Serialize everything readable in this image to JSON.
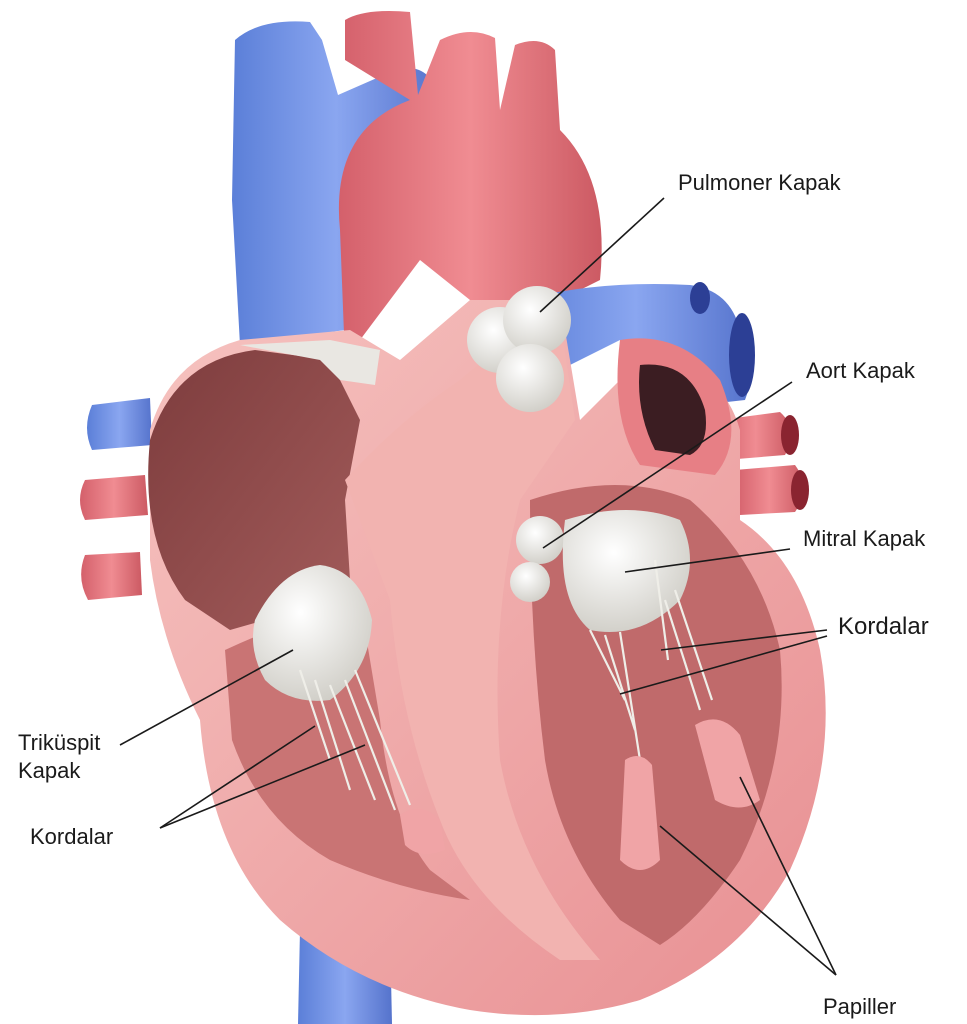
{
  "labels": {
    "pulmoner_kapak": "Pulmoner Kapak",
    "aort_kapak": "Aort Kapak",
    "mitral_kapak": "Mitral Kapak",
    "kordalar_right": "Kordalar",
    "trikuspit_line1": "Triküspit",
    "trikuspit_line2": "Kapak",
    "kordalar_left": "Kordalar",
    "papiller": "Papiller"
  },
  "colors": {
    "vein_blue": "#6f8fe0",
    "artery_red": "#e0707a",
    "myocardium": "#eea4a4",
    "chamber": "#8e4a4a",
    "valve": "#ecebe6"
  }
}
